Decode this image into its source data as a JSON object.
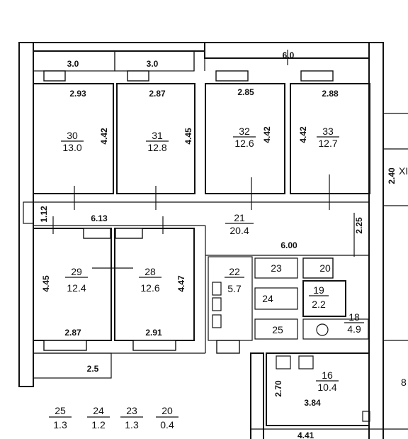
{
  "rooms": {
    "r30": {
      "number": "30",
      "area": "13.0",
      "width": "2.93",
      "depth": "4.42"
    },
    "r31": {
      "number": "31",
      "area": "12.8",
      "width": "2.87",
      "depth": "4.45"
    },
    "r32": {
      "number": "32",
      "area": "12.6",
      "width": "2.85",
      "depth": "4.42"
    },
    "r33": {
      "number": "33",
      "area": "12.7",
      "width": "2.88",
      "depth": "4.42"
    },
    "r21": {
      "number": "21",
      "area": "20.4",
      "len_left": "6.13",
      "len_right": "6.00",
      "width_left": "1.12",
      "width_right": "2.25"
    },
    "r29": {
      "number": "29",
      "area": "12.4",
      "width": "2.87",
      "depth": "4.45"
    },
    "r28": {
      "number": "28",
      "area": "12.6",
      "width": "2.91",
      "depth": "4.47"
    },
    "r22": {
      "number": "22",
      "area": "5.7"
    },
    "r23": {
      "number": "23"
    },
    "r24": {
      "number": "24"
    },
    "r25": {
      "number": "25"
    },
    "r20": {
      "number": "20"
    },
    "r19": {
      "number": "19",
      "area": "2.2"
    },
    "r18": {
      "number": "18",
      "area": "4.9"
    },
    "r16": {
      "number": "16",
      "area": "10.4",
      "width": "3.84",
      "depth": "2.70"
    }
  },
  "balconies": {
    "b1": "3.0",
    "b2": "3.0",
    "b3": "6.0",
    "b4": "2.5"
  },
  "edge": {
    "right_dim": "2.40",
    "roman_numeral": "XI",
    "right_partial": "8",
    "bottom_right_partial": "4.41"
  },
  "legend": [
    {
      "room": "25",
      "area": "1.3"
    },
    {
      "room": "24",
      "area": "1.2"
    },
    {
      "room": "23",
      "area": "1.3"
    },
    {
      "room": "20",
      "area": "0.4"
    }
  ]
}
